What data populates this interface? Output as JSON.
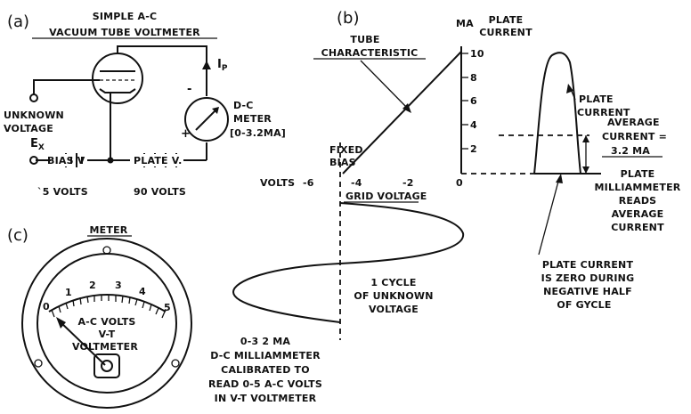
{
  "panel_a": {
    "label": "(a)",
    "title_line1": "SIMPLE A-C",
    "title_line2": "VACUUM TUBE VOLTMETER",
    "ip": "I",
    "ip_sub": "P",
    "unknown_line1": "UNKNOWN",
    "unknown_line2": "VOLTAGE",
    "ex": "E",
    "ex_sub": "X",
    "bias_label": "BIAS V",
    "plate_label": "PLATE V.",
    "bias_volts": "`5 VOLTS",
    "plate_volts": "90 VOLTS",
    "meter_line1": "D-C",
    "meter_line2": "METER",
    "meter_line3": "[0-3.2MA]",
    "minus": "-",
    "plus": "+"
  },
  "panel_b": {
    "label": "(b)",
    "tube_line1": "TUBE",
    "tube_line2": "CHARACTERISTIC",
    "ma": "MA",
    "plate_current_top_1": "PLATE",
    "plate_current_top_2": "CURRENT",
    "plate_current_curve_1": "PLATE",
    "plate_current_curve_2": "CURRENT",
    "y_ticks": [
      "10",
      "8",
      "6",
      "4",
      "2"
    ],
    "x_axis_prefix": "VOLTS",
    "x_ticks": [
      "-6",
      "-4",
      "-2",
      "0"
    ],
    "x_axis_label": "GRID VOLTAGE",
    "fixed_bias_1": "FIXED",
    "fixed_bias_2": "BIAS",
    "avg_1": "AVERAGE",
    "avg_2": "CURRENT =",
    "avg_3": "3.2 MA",
    "reads_1": "PLATE",
    "reads_2": "MILLIAMMETER",
    "reads_3": "READS",
    "reads_4": "AVERAGE",
    "reads_5": "CURRENT",
    "zero_1": "PLATE CURRENT",
    "zero_2": "IS ZERO DURING",
    "zero_3": "NEGATIVE HALF",
    "zero_4": "OF GYCLE",
    "cycle_1": "1 CYCLE",
    "cycle_2": "OF UNKNOWN",
    "cycle_3": "VOLTAGE"
  },
  "panel_c": {
    "label": "(c)",
    "meter_title": "METER",
    "scale": [
      "0",
      "1",
      "2",
      "3",
      "4",
      "5"
    ],
    "face_1": "A-C VOLTS",
    "face_2": "V-T",
    "face_3": "VOLTMETER",
    "note_1": "0-3 2 MA",
    "note_2": "D-C MILLIAMMETER",
    "note_3": "CALIBRATED TO",
    "note_4": "READ 0-5 A-C VOLTS",
    "note_5": "IN V-T VOLTMETER"
  }
}
